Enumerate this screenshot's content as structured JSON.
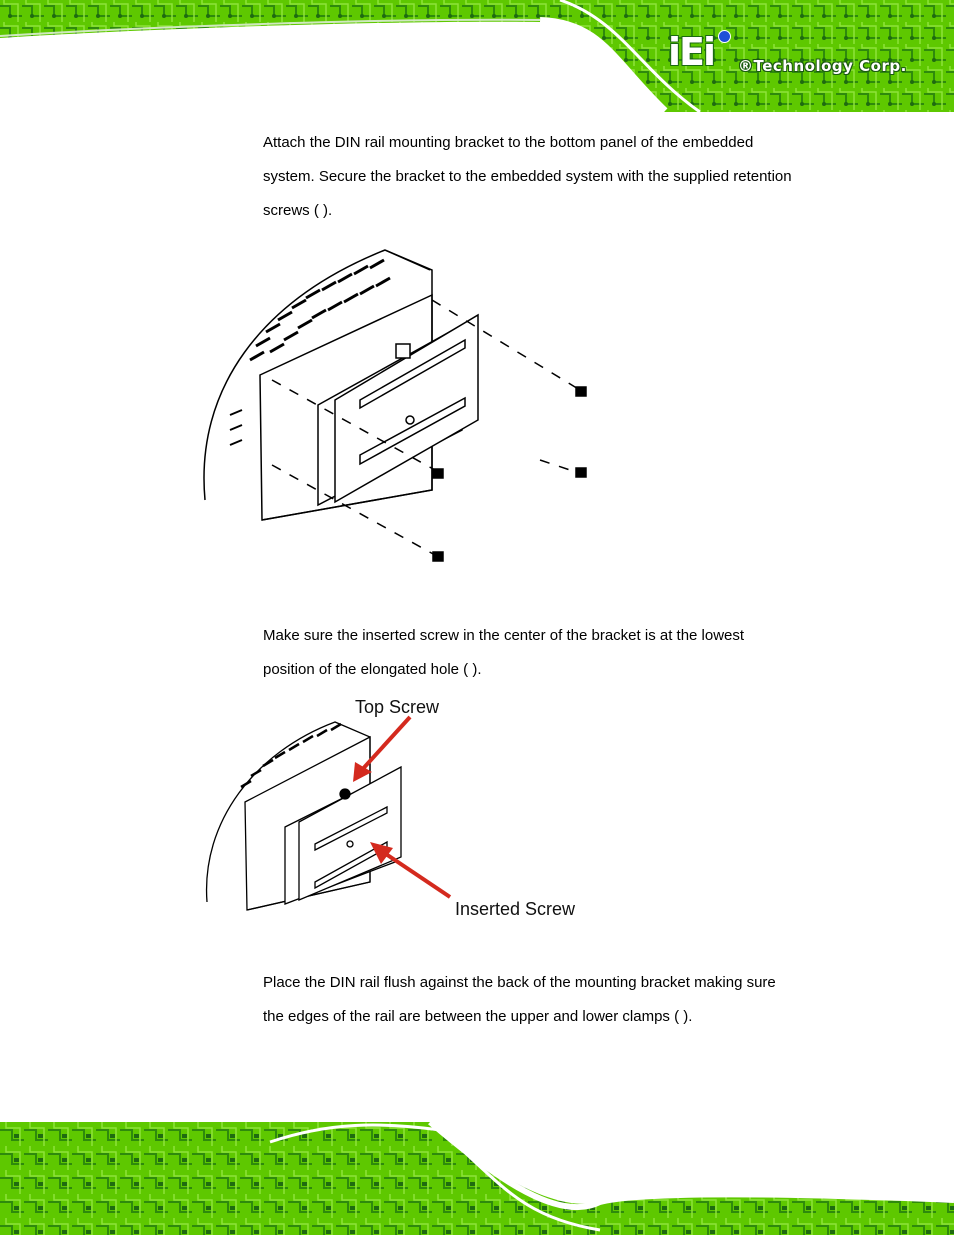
{
  "header": {
    "logo_mark": "iEi",
    "company_name": "®Technology Corp."
  },
  "steps": [
    {
      "lines": [
        "Attach the DIN rail mounting bracket to the bottom panel of the embedded",
        "system. Secure the bracket to the embedded system with the supplied retention",
        "screws (                  )."
      ]
    },
    {
      "lines": [
        "Make sure the inserted screw in the center of the bracket is at the lowest",
        "position of the elongated hole (                  )."
      ]
    },
    {
      "lines": [
        "Place the DIN rail flush against the back of the mounting bracket making sure",
        "the edges of the rail are between the upper and lower clamps (                  )."
      ]
    }
  ],
  "figure2": {
    "top_screw_label": "Top Screw",
    "inserted_screw_label": "Inserted Screw"
  },
  "colors": {
    "pcb_green": "#5ec800",
    "pcb_dark": "#1f6b10",
    "callout_arrow": "#d42a1e"
  }
}
